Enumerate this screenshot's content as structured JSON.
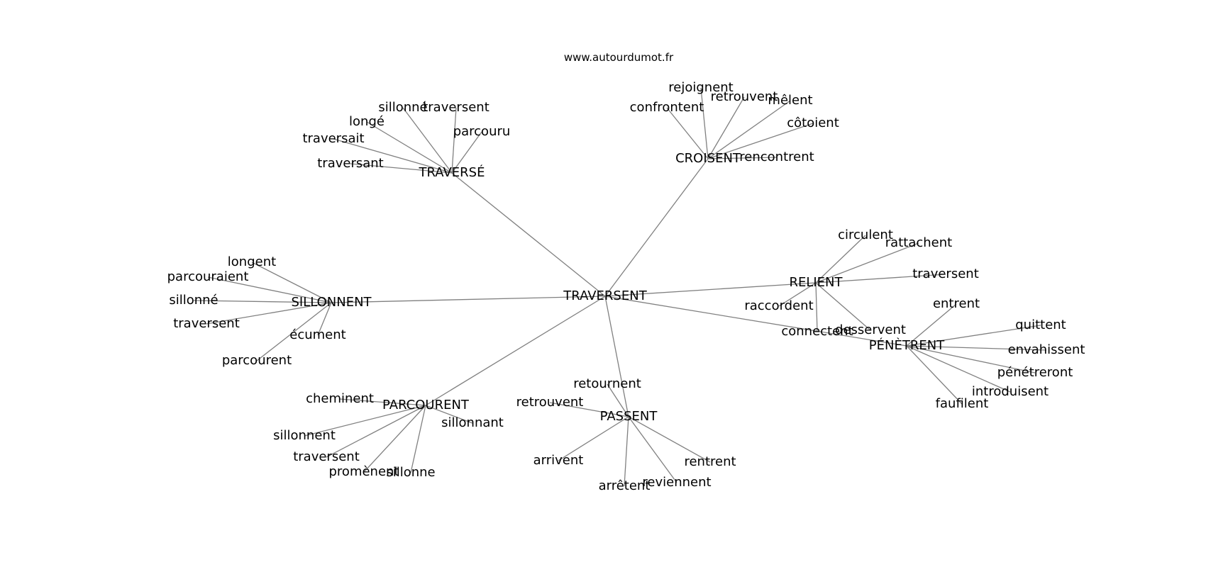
{
  "site": "www.autourdumot.fr",
  "graph": {
    "center": "TRAVERSENT",
    "groups": [
      {
        "hub": "TRAVERSÉ",
        "leaves": [
          "sillonné",
          "traversent",
          "parcouru",
          "longé",
          "traversait",
          "traversant"
        ]
      },
      {
        "hub": "CROISENT",
        "leaves": [
          "rejoignent",
          "retrouvent",
          "mêlent",
          "confrontent",
          "côtoient",
          "rencontrent"
        ]
      },
      {
        "hub": "RELIENT",
        "leaves": [
          "circulent",
          "rattachent",
          "traversent",
          "raccordent",
          "connectent",
          "desservent"
        ]
      },
      {
        "hub": "PÉNÈTRENT",
        "leaves": [
          "entrent",
          "quittent",
          "envahissent",
          "pénétreront",
          "introduisent",
          "faufilent"
        ]
      },
      {
        "hub": "SILLONNENT",
        "leaves": [
          "longent",
          "parcouraient",
          "sillonné",
          "traversent",
          "écument",
          "parcourent"
        ]
      },
      {
        "hub": "PARCOURENT",
        "leaves": [
          "cheminent",
          "sillonnent",
          "sillonnant",
          "traversent",
          "promènent",
          "sillonne"
        ]
      },
      {
        "hub": "PASSENT",
        "leaves": [
          "retournent",
          "retrouvent",
          "arrivent",
          "rentrent",
          "arrêtent",
          "reviennent"
        ]
      }
    ]
  }
}
